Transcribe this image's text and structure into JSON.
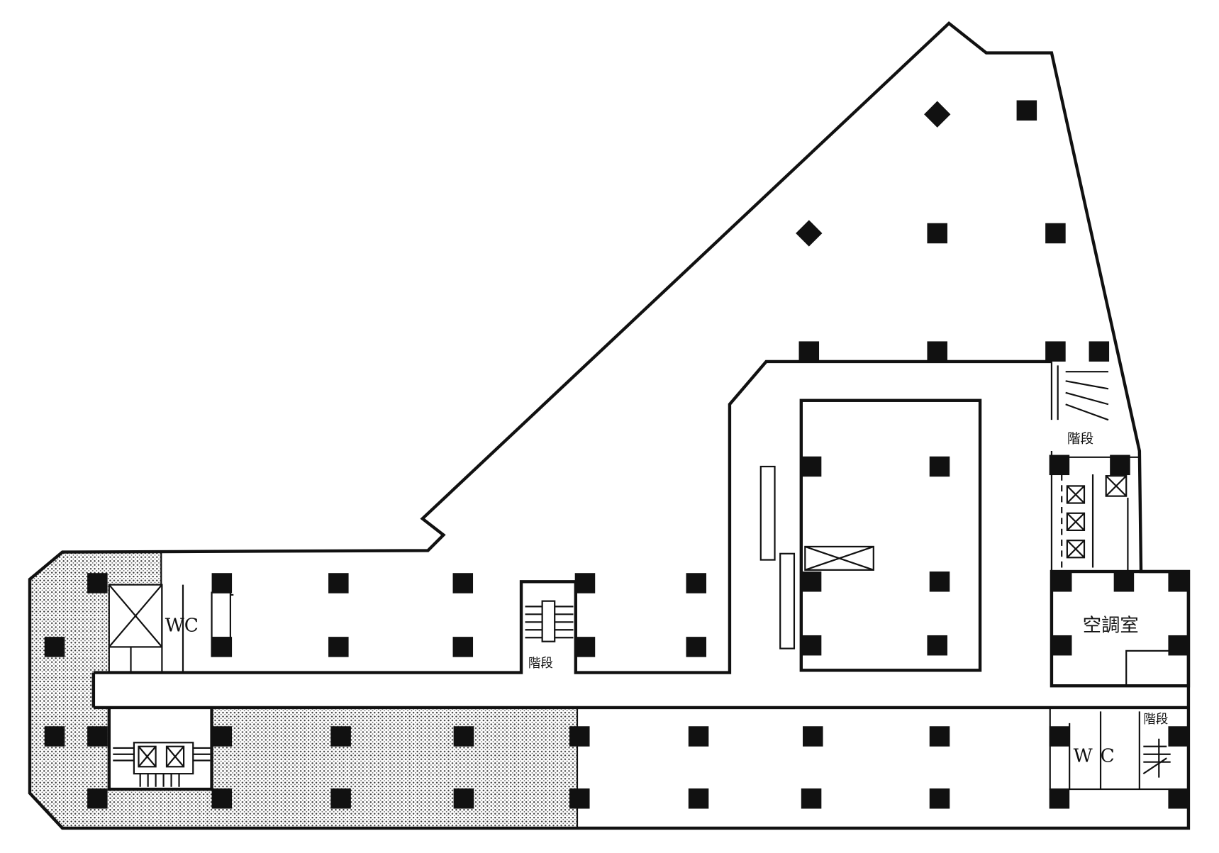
{
  "plan": {
    "labels": {
      "stairs_center": "階段",
      "stairs_upper_right": "階段",
      "stairs_lower_right": "階段",
      "wc_left": "WC",
      "wc_right": "WC",
      "ac_room": "空調室"
    },
    "colors": {
      "wall": "#111111",
      "shade": "#bdbdbd",
      "background": "#ffffff"
    }
  }
}
